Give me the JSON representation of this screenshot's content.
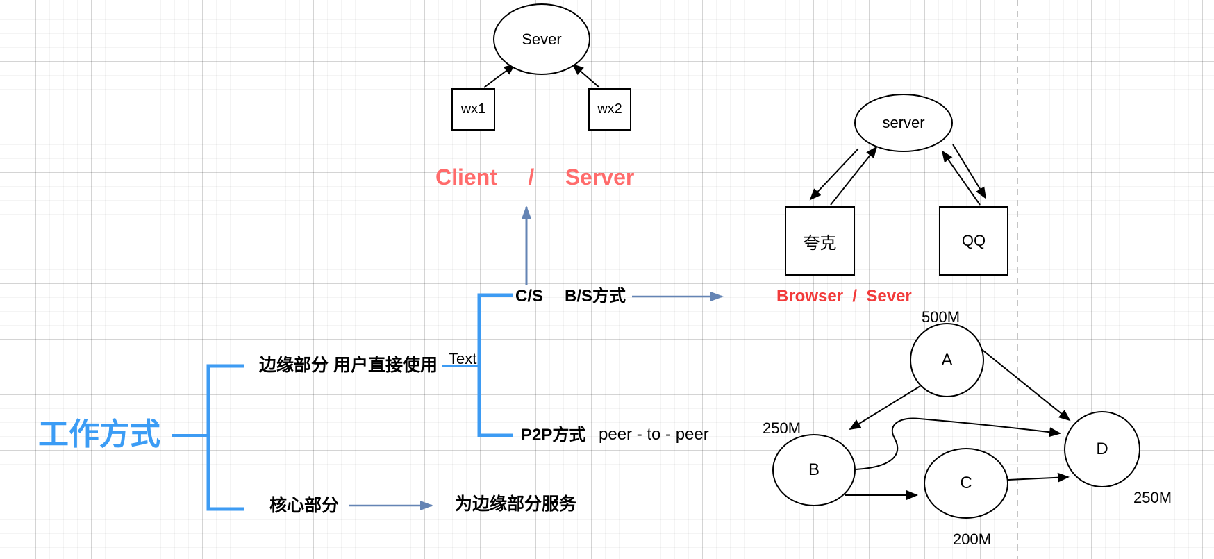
{
  "canvas": {
    "width": "1748",
    "height": "805"
  },
  "palette": {
    "mindmap_blue": "#3D9BF3",
    "root_text_blue": "#3B9CF5",
    "arrow_steel_blue": "#6484B4",
    "caption_salmon": "#FF6B6B",
    "caption_red": "#F23B3B",
    "shape_stroke": "#000000",
    "guide_gray": "#C5C5C5"
  },
  "cs_diagram": {
    "server": "Sever",
    "client_left": "wx1",
    "client_right": "wx2",
    "caption": "Client     /     Server"
  },
  "bs_diagram": {
    "server": "server",
    "client_left": "夸克",
    "client_right": "QQ",
    "caption": "Browser  /  Sever"
  },
  "mindmap": {
    "root": "工作方式",
    "edge_branch": "边缘部分 用户直接使用",
    "text_node": "Text",
    "cs": "C/S",
    "bs": "B/S方式",
    "p2p": "P2P方式",
    "p2p_note": "peer - to - peer",
    "core_branch": "核心部分",
    "core_note": "为边缘部分服务"
  },
  "p2p_graph": {
    "node_a": {
      "id": "A",
      "bandwidth": "500M"
    },
    "node_b": {
      "id": "B",
      "bandwidth": "250M"
    },
    "node_c": {
      "id": "C",
      "bandwidth": "200M"
    },
    "node_d": {
      "id": "D",
      "bandwidth": "250M"
    }
  }
}
